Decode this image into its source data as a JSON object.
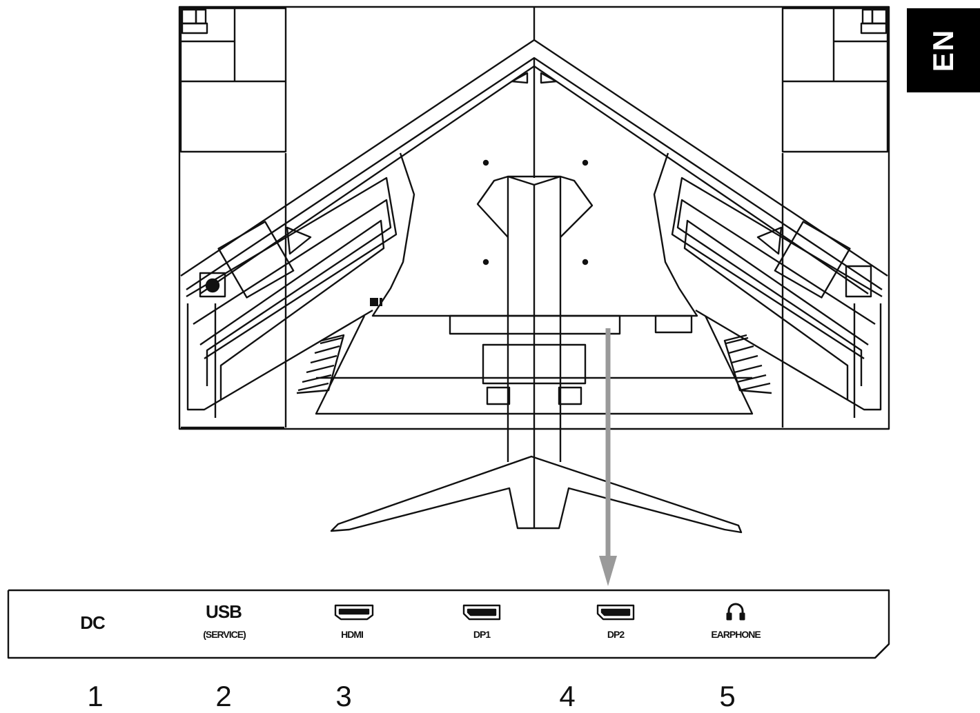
{
  "language_tab": "EN",
  "ports": {
    "dc": "DC",
    "usb": "USB",
    "usb_sub": "(SERVICE)",
    "hdmi": "HDMI",
    "dp1": "DP1",
    "dp2": "DP2",
    "earphone": "EARPHONE"
  },
  "numbers": [
    "1",
    "2",
    "3",
    "4",
    "5"
  ],
  "colors": {
    "line": "#111111",
    "arrow": "#9a9a9a",
    "tab_bg": "#000000"
  },
  "icons": [
    "hdmi-port-icon",
    "dp-port-icon",
    "headphone-icon",
    "lock-icon"
  ]
}
